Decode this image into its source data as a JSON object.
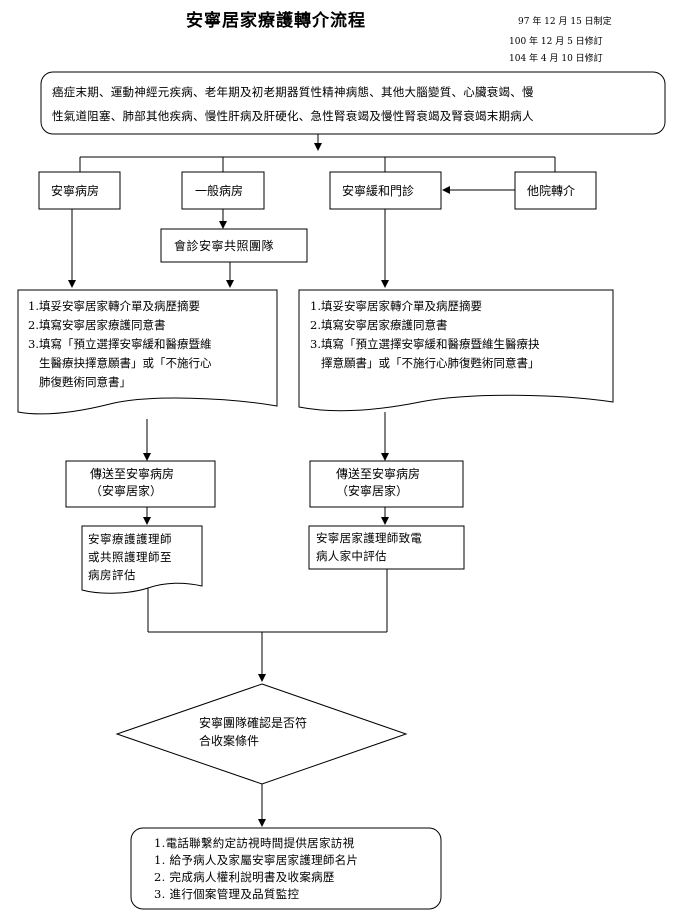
{
  "title": "安寧居家療護轉介流程",
  "revisions": [
    "97 年 12 月 15 日制定",
    "100 年 12 月 5 日修訂",
    "104 年 4 月 10 日修訂"
  ],
  "eligibility": [
    "癌症末期、運動神經元疾病、老年期及初老期器質性精神病態、其他大腦變質、心臟衰竭、慢",
    "性氣道阻塞、肺部其他疾病、慢性肝病及肝硬化、急性腎衰竭及慢性腎衰竭及腎衰竭末期病人"
  ],
  "sources": {
    "hospice_ward": "安寧病房",
    "general_ward": "一般病房",
    "palliative_clinic": "安寧緩和門診",
    "other_hospital": "他院轉介"
  },
  "consult_team": "會診安寧共照團隊",
  "left_doc": [
    "1.填妥安寧居家轉介單及病歷摘要",
    "2.填寫安寧居家療護同意書",
    "3.填寫「預立選擇安寧緩和醫療暨維",
    "   生醫療抉擇意願書」或「不施行心",
    "   肺復甦術同意書」"
  ],
  "right_doc": [
    "1.填妥安寧居家轉介單及病歷摘要",
    "2.填寫安寧居家療護同意書",
    "3.填寫「預立選擇安寧緩和醫療暨維生醫療抉",
    "   擇意願書」或「不施行心肺復甦術同意書」"
  ],
  "send_left": [
    "傳送至安寧病房",
    "（安寧居家）"
  ],
  "send_right": [
    "傳送至安寧病房",
    "（安寧居家）"
  ],
  "assess_left": [
    "安寧療護護理師",
    "或共照護理師至",
    "病房評估"
  ],
  "assess_right": [
    "安寧居家護理師致電",
    "病人家中評估"
  ],
  "decision": [
    "安寧團隊確認是否符",
    "合收案條件"
  ],
  "final_steps": [
    "1.電話聯繫約定訪視時間提供居家訪視",
    "1. 給予病人及家屬安寧居家護理師名片",
    "2. 完成病人權利說明書及收案病歷",
    "3. 進行個案管理及品質監控"
  ]
}
